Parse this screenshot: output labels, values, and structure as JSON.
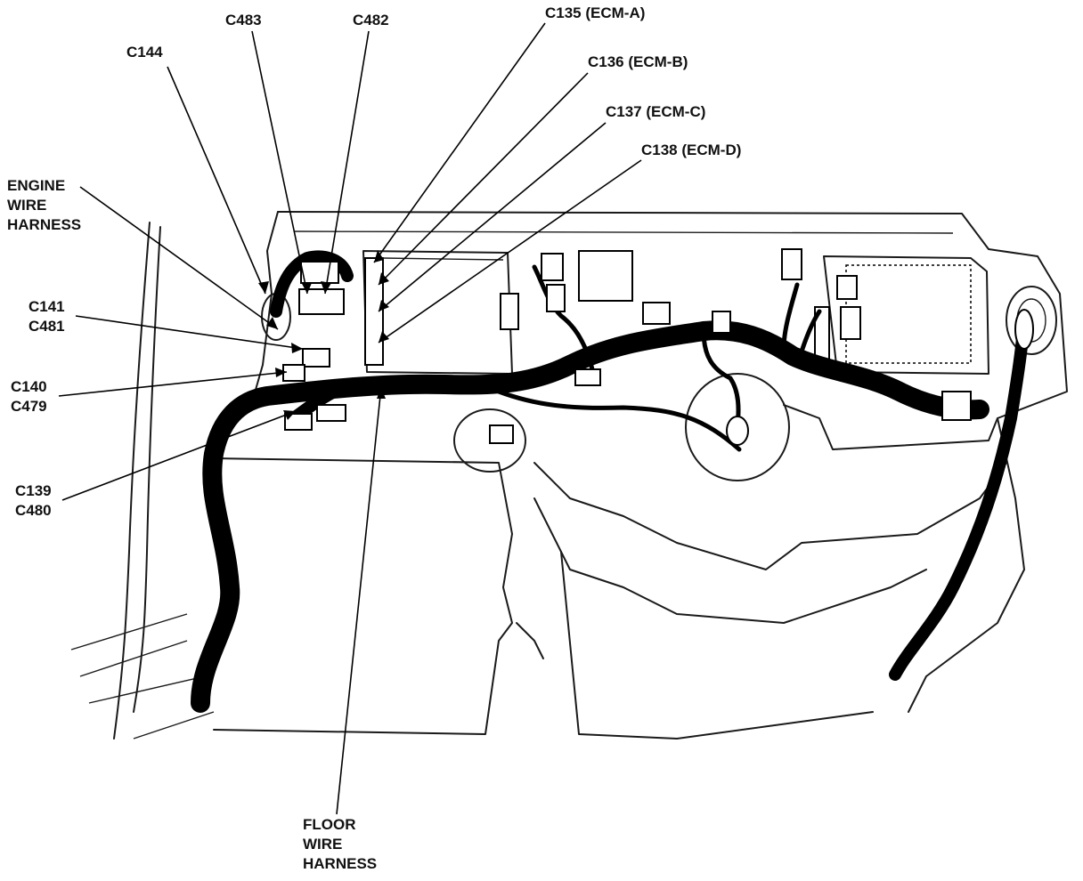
{
  "callouts": {
    "c144": "C144",
    "c483": "C483",
    "c482": "C482",
    "c135": "C135 (ECM-A)",
    "c136": "C136 (ECM-B)",
    "c137": "C137 (ECM-C)",
    "c138": "C138 (ECM-D)",
    "engine_harness": [
      "ENGINE",
      "WIRE",
      "HARNESS"
    ],
    "c141_c481": [
      "C141",
      "C481"
    ],
    "c140_c479": [
      "C140",
      "C479"
    ],
    "c139_c480": [
      "C139",
      "C480"
    ],
    "floor_harness": [
      "FLOOR",
      "WIRE",
      "HARNESS"
    ]
  },
  "colors": {
    "ink": "#000000",
    "background": "#ffffff"
  }
}
